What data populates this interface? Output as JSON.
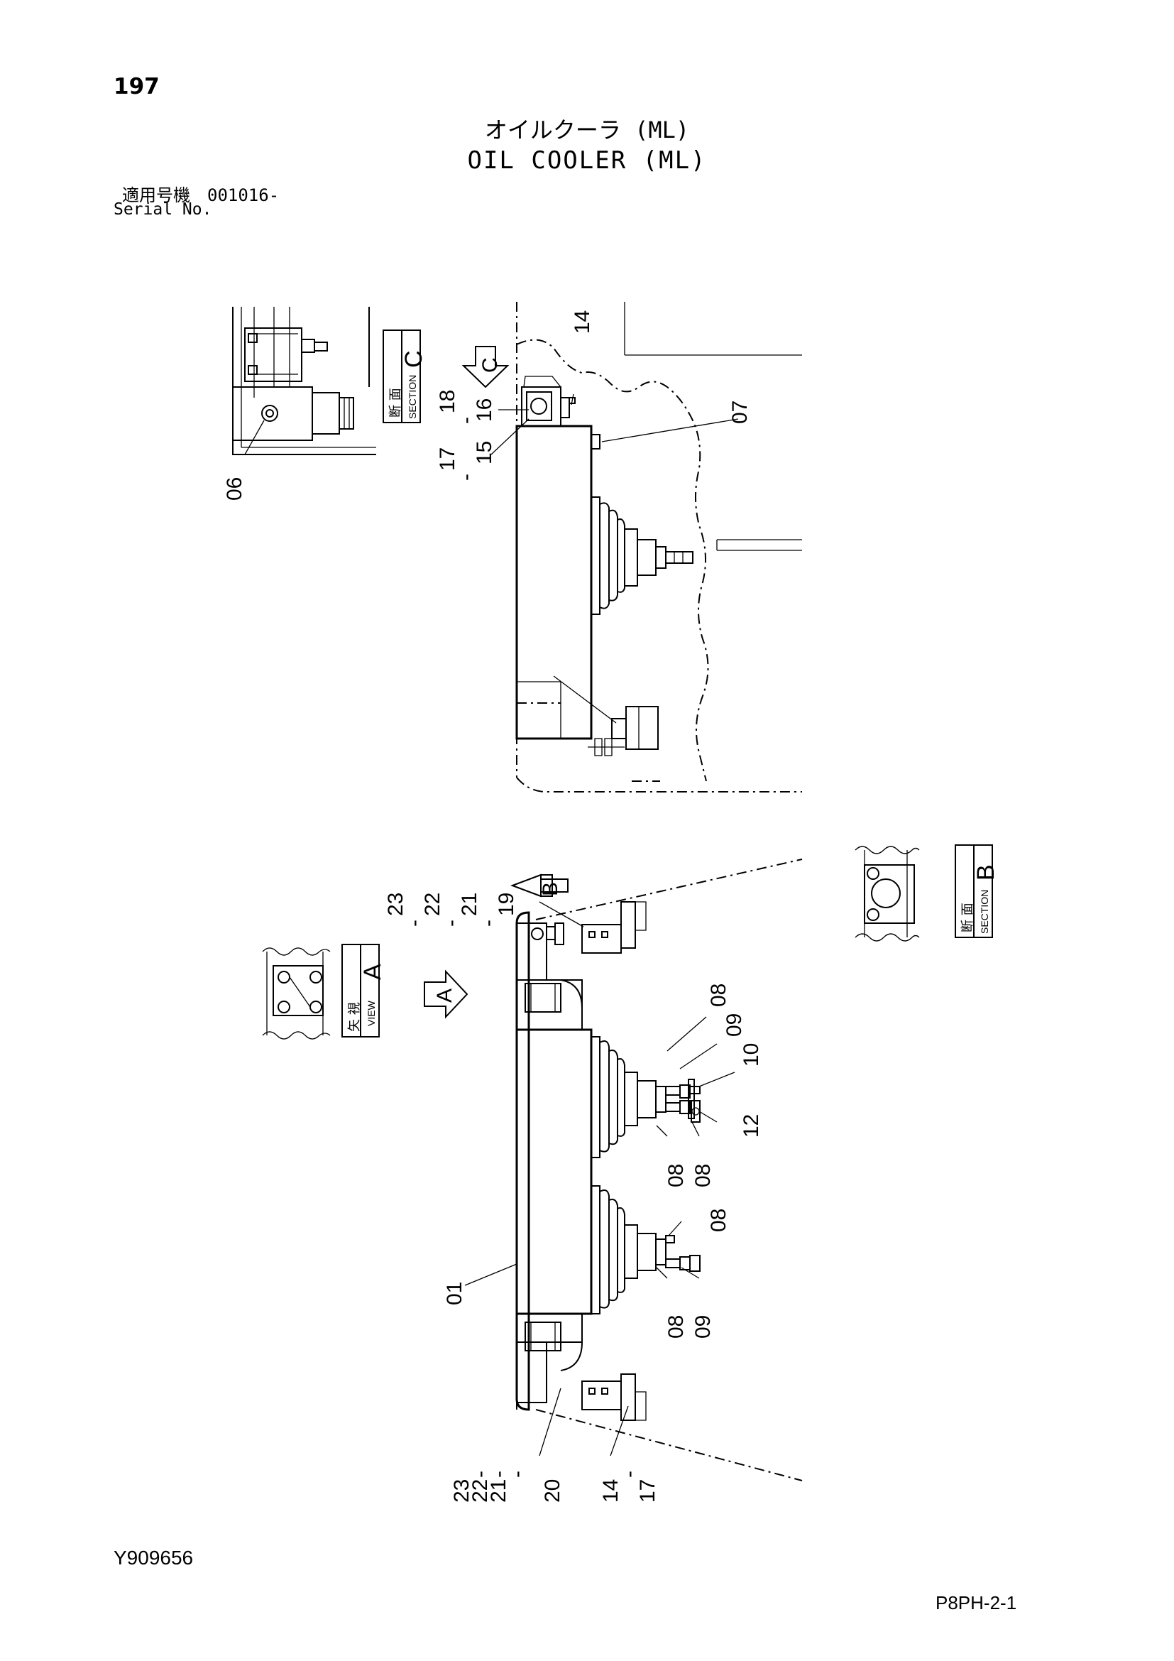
{
  "header": {
    "page_number": "197",
    "title_jp": "オイルクーラ (ML)",
    "title_en": "OIL COOLER (ML)",
    "serial_jp": "適用号機　001016-",
    "serial_en": "Serial No."
  },
  "footer": {
    "drawing_number": "Y909656",
    "page_code": "P8PH-2-1"
  },
  "views": {
    "section_c": {
      "letter": "C",
      "jp": "断 面",
      "en": "SECTION"
    },
    "section_b": {
      "letter": "B",
      "jp": "断 面",
      "en": "SECTION"
    },
    "view_a": {
      "letter": "A",
      "jp": "矢 視",
      "en": "VIEW"
    }
  },
  "part_labels": {
    "top": [
      "14",
      "18",
      "16",
      "17",
      "15",
      "07",
      "06"
    ],
    "upper_left_group": [
      "23",
      "22",
      "21",
      "19"
    ],
    "right": [
      "08",
      "09",
      "10",
      "12",
      "08",
      "08",
      "08",
      "08",
      "09"
    ],
    "bottom": [
      "01",
      "23",
      "22",
      "21",
      "20",
      "14",
      "17"
    ],
    "dash": "-"
  }
}
